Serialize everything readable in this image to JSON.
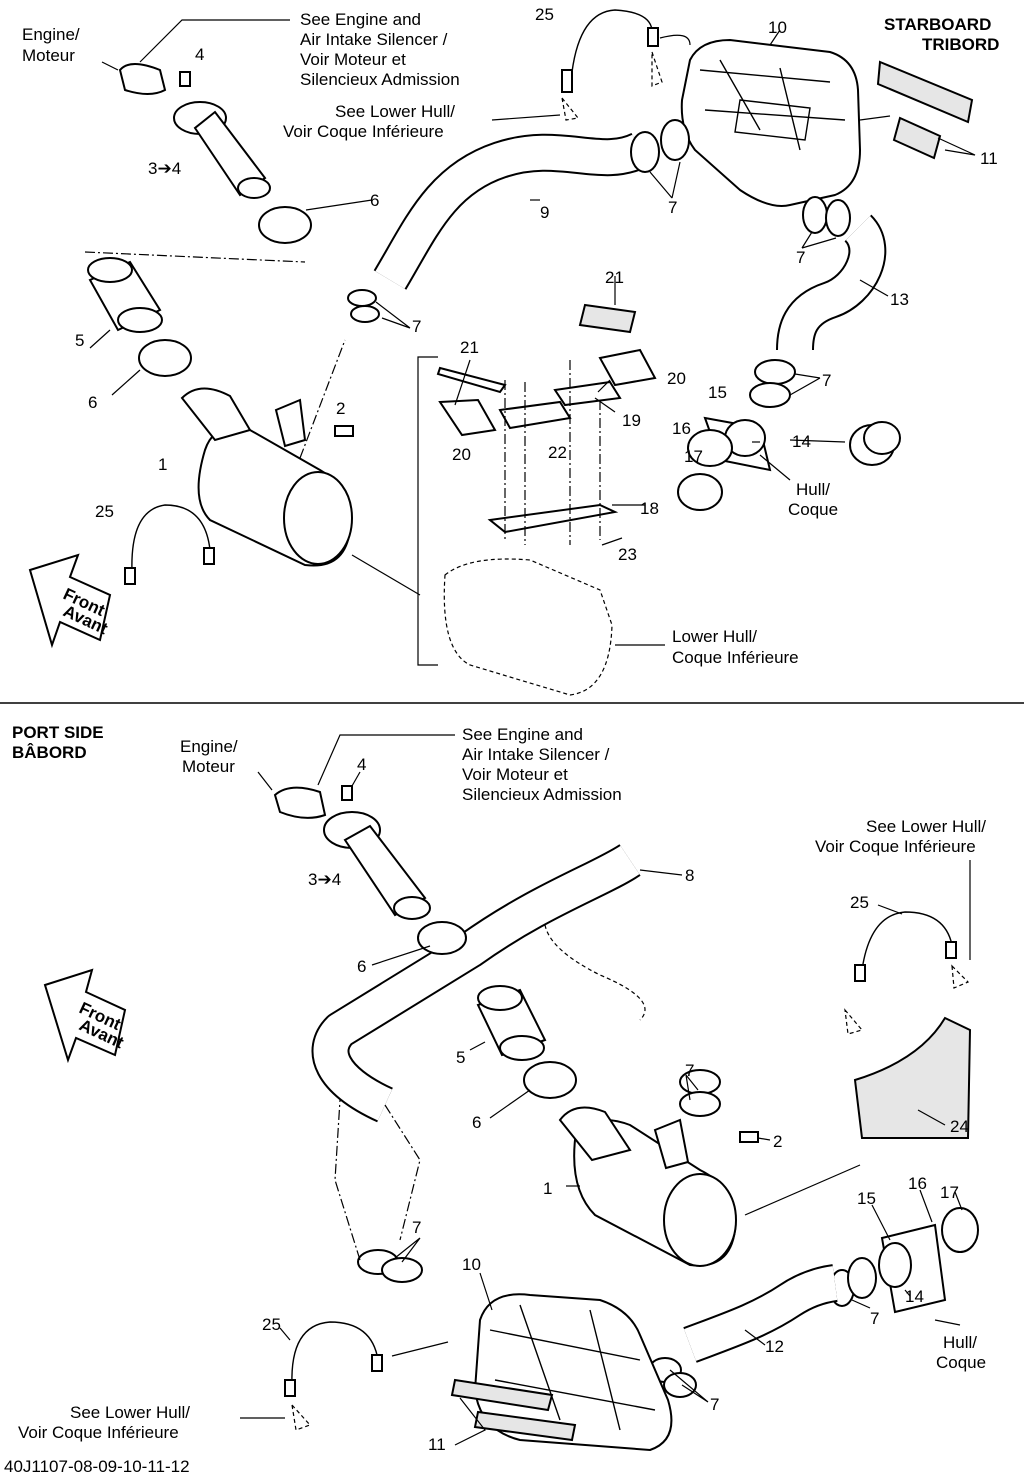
{
  "diagram": {
    "starboard": {
      "title_line1": "STARBOARD",
      "title_line2": "TRIBORD",
      "engine_ref_1": "Engine/",
      "engine_ref_2": "Moteur",
      "see_engine_1": "See Engine and",
      "see_engine_2": "Air Intake Silencer /",
      "see_engine_3": "Voir Moteur et",
      "see_engine_4": "Silencieux Admission",
      "see_lower_hull_1": "See Lower Hull/",
      "see_lower_hull_2": "Voir Coque Inférieure",
      "lower_hull_1": "Lower Hull/",
      "lower_hull_2": "Coque Inférieure",
      "hull_1": "Hull/",
      "hull_2": "Coque",
      "front_1": "Front",
      "front_2": "Avant",
      "callouts": [
        "25",
        "10",
        "4",
        "3➔4",
        "6",
        "9",
        "7",
        "7",
        "11",
        "7",
        "13",
        "5",
        "7",
        "21",
        "21",
        "20",
        "6",
        "2",
        "19",
        "15",
        "7",
        "14",
        "16",
        "1",
        "22",
        "20",
        "17",
        "25",
        "18",
        "23"
      ]
    },
    "port": {
      "title_line1": "PORT SIDE",
      "title_line2": "BÂBORD",
      "engine_ref_1": "Engine/",
      "engine_ref_2": "Moteur",
      "see_engine_1": "See Engine and",
      "see_engine_2": "Air Intake Silencer /",
      "see_engine_3": "Voir Moteur et",
      "see_engine_4": "Silencieux Admission",
      "see_lower_hull_top_1": "See Lower Hull/",
      "see_lower_hull_top_2": "Voir Coque Inférieure",
      "see_lower_hull_bottom_1": "See Lower Hull/",
      "see_lower_hull_bottom_2": "Voir Coque Inférieure",
      "hull_1": "Hull/",
      "hull_2": "Coque",
      "front_1": "Front",
      "front_2": "Avant",
      "callouts": [
        "4",
        "3➔4",
        "8",
        "25",
        "6",
        "5",
        "7",
        "6",
        "2",
        "24",
        "1",
        "17",
        "16",
        "15",
        "7",
        "10",
        "25",
        "14",
        "7",
        "12",
        "11",
        "7"
      ]
    },
    "figure_code": "40J1107-08-09-10-11-12"
  }
}
